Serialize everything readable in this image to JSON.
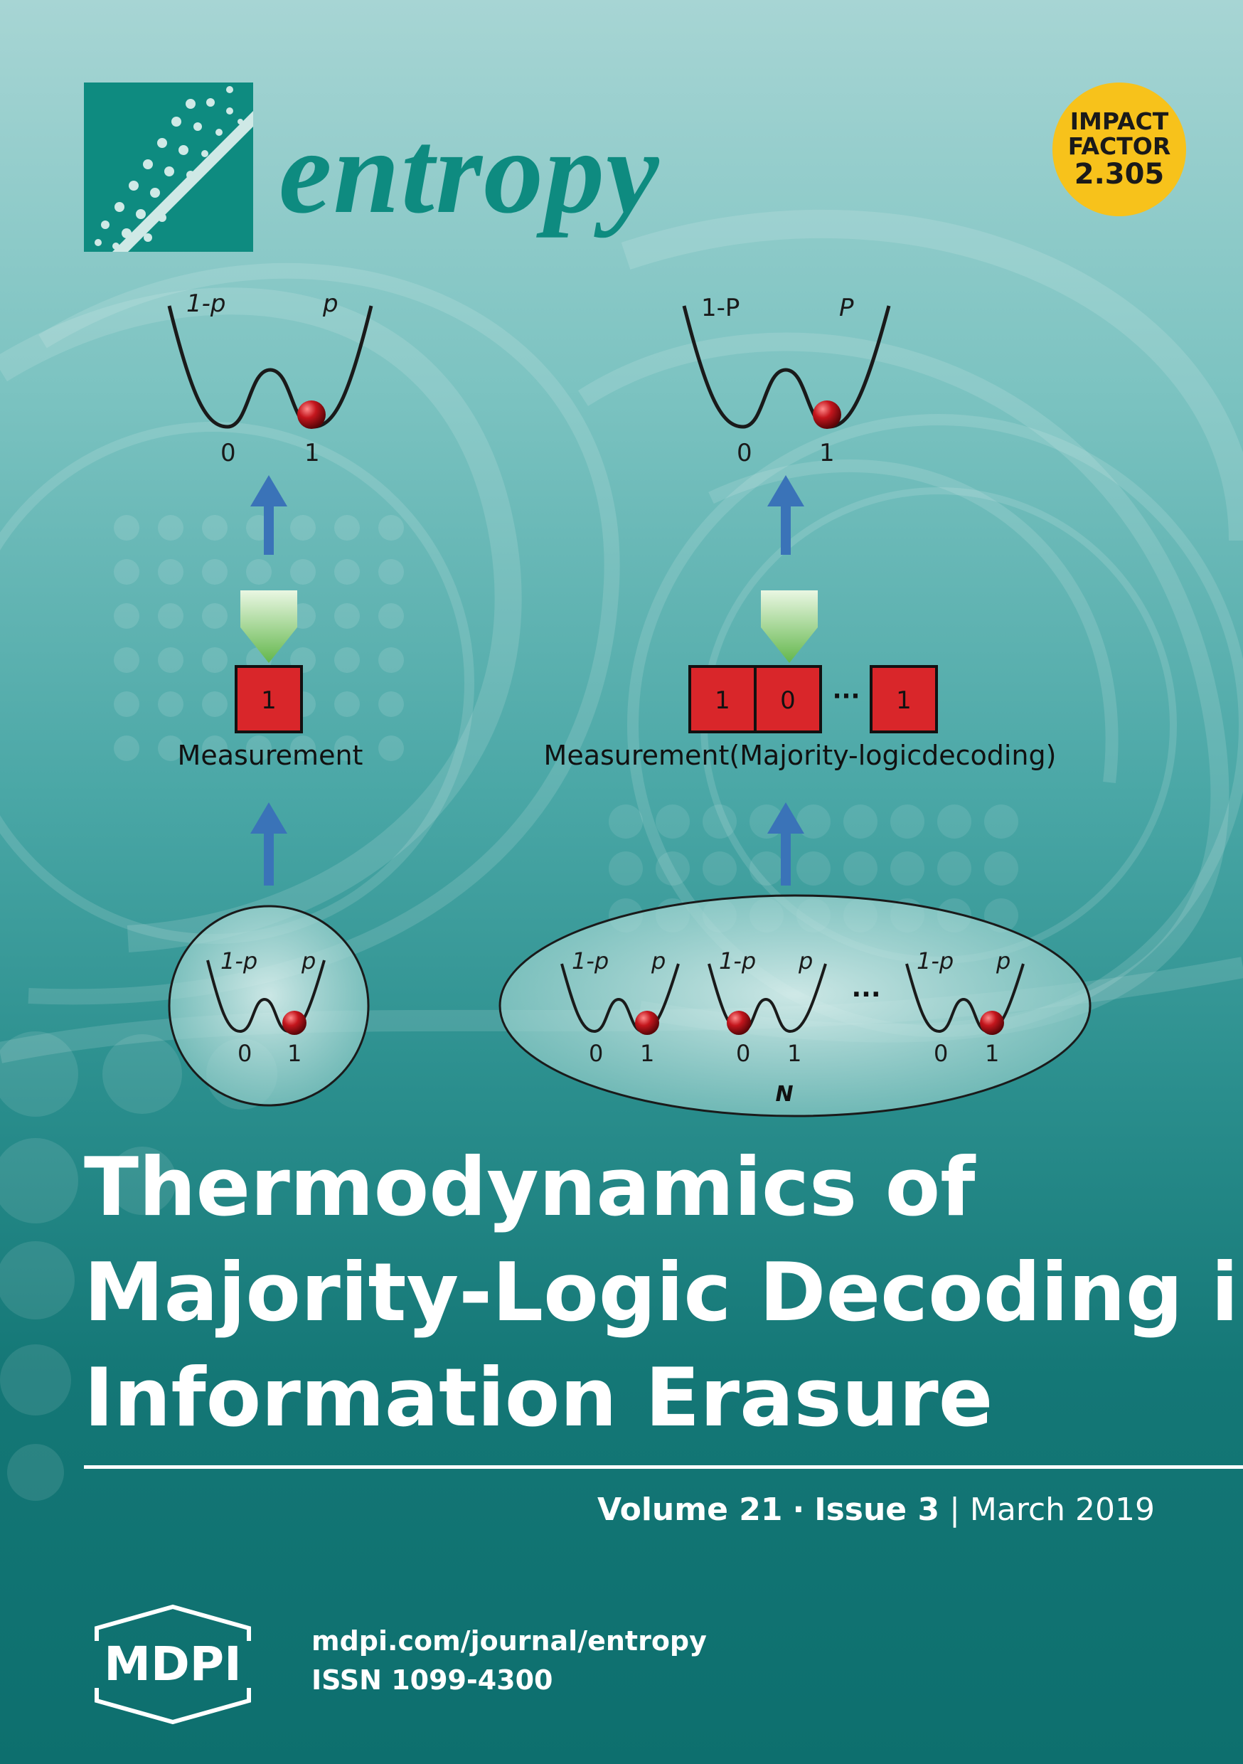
{
  "journal": {
    "name": "entropy",
    "brand_color": "#0e8b80"
  },
  "impact_factor": {
    "line1": "IMPACT",
    "line2": "FACTOR",
    "value": "2.305",
    "badge_color": "#f7c21b"
  },
  "figure": {
    "single": {
      "well_labels": {
        "left_prob": "1-p",
        "right_prob": "p",
        "left_state": "0",
        "right_state": "1"
      },
      "register": [
        "1"
      ],
      "caption": "Measurement"
    },
    "majority": {
      "well_labels": {
        "left_prob": "1-P",
        "right_prob": "P",
        "left_state": "0",
        "right_state": "1"
      },
      "register": [
        "1",
        "0",
        "1"
      ],
      "register_ellipsis": "···",
      "caption": "Measurement(Majority-logicdecoding)",
      "ensemble_ellipsis": "···",
      "ensemble_label": "N",
      "ensemble": [
        {
          "left_prob": "1-p",
          "right_prob": "p",
          "left_state": "0",
          "right_state": "1"
        },
        {
          "left_prob": "1-p",
          "right_prob": "p",
          "left_state": "0",
          "right_state": "1"
        },
        {
          "left_prob": "1-p",
          "right_prob": "p",
          "left_state": "0",
          "right_state": "1"
        }
      ]
    },
    "colors": {
      "arrow": "#3a73b8",
      "register_fill": "#d9262a",
      "ball": "#b01218",
      "pointer": "#8fcf7a"
    }
  },
  "article": {
    "title_lines": [
      "Thermodynamics of",
      "Majority-Logic Decoding in",
      "Information Erasure"
    ]
  },
  "issue": {
    "volume": "Volume 21",
    "separator": "·",
    "issue": "Issue 3",
    "divider": "|",
    "date": "March 2019"
  },
  "publisher": {
    "name": "MDPI",
    "url": "mdpi.com/journal/entropy",
    "issn": "ISSN 1099-4300"
  }
}
